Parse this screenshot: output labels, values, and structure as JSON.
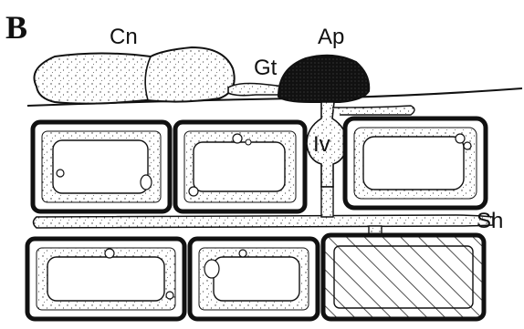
{
  "panel_letter": "B",
  "labels": {
    "cn": "Cn",
    "gt": "Gt",
    "ap": "Ap",
    "iv": "Iv",
    "sh": "Sh"
  },
  "colors": {
    "ink": "#111111",
    "paper": "#ffffff",
    "cytoplasm": "#f4f4f2"
  }
}
